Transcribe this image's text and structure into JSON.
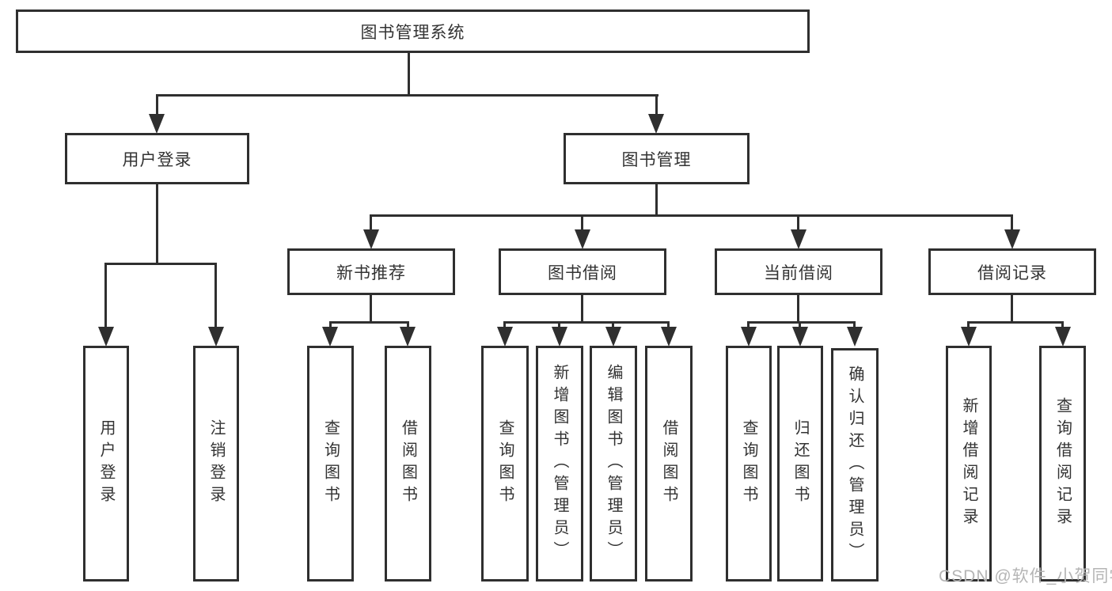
{
  "tree": {
    "root": "图书管理系统",
    "branches": [
      {
        "label": "用户登录",
        "children": [
          "用户登录",
          "注销登录"
        ]
      },
      {
        "label": "图书管理",
        "groups": [
          {
            "label": "新书推荐",
            "children": [
              "查询图书",
              "借阅图书"
            ]
          },
          {
            "label": "图书借阅",
            "children": [
              "查询图书",
              "新增图书（管理员）",
              "编辑图书（管理员）",
              "借阅图书"
            ]
          },
          {
            "label": "当前借阅",
            "children": [
              "查询图书",
              "归还图书",
              "确认归还（管理员）"
            ]
          },
          {
            "label": "借阅记录",
            "children": [
              "新增借阅记录",
              "查询借阅记录"
            ]
          }
        ]
      }
    ]
  },
  "watermark": {
    "text": "CSDN @软件_小贺同学",
    "color": "#b5b5b5"
  },
  "colors": {
    "line": "#2f2f2f",
    "background": "#ffffff",
    "box_fill": "#ffffff",
    "text": "#333333"
  }
}
